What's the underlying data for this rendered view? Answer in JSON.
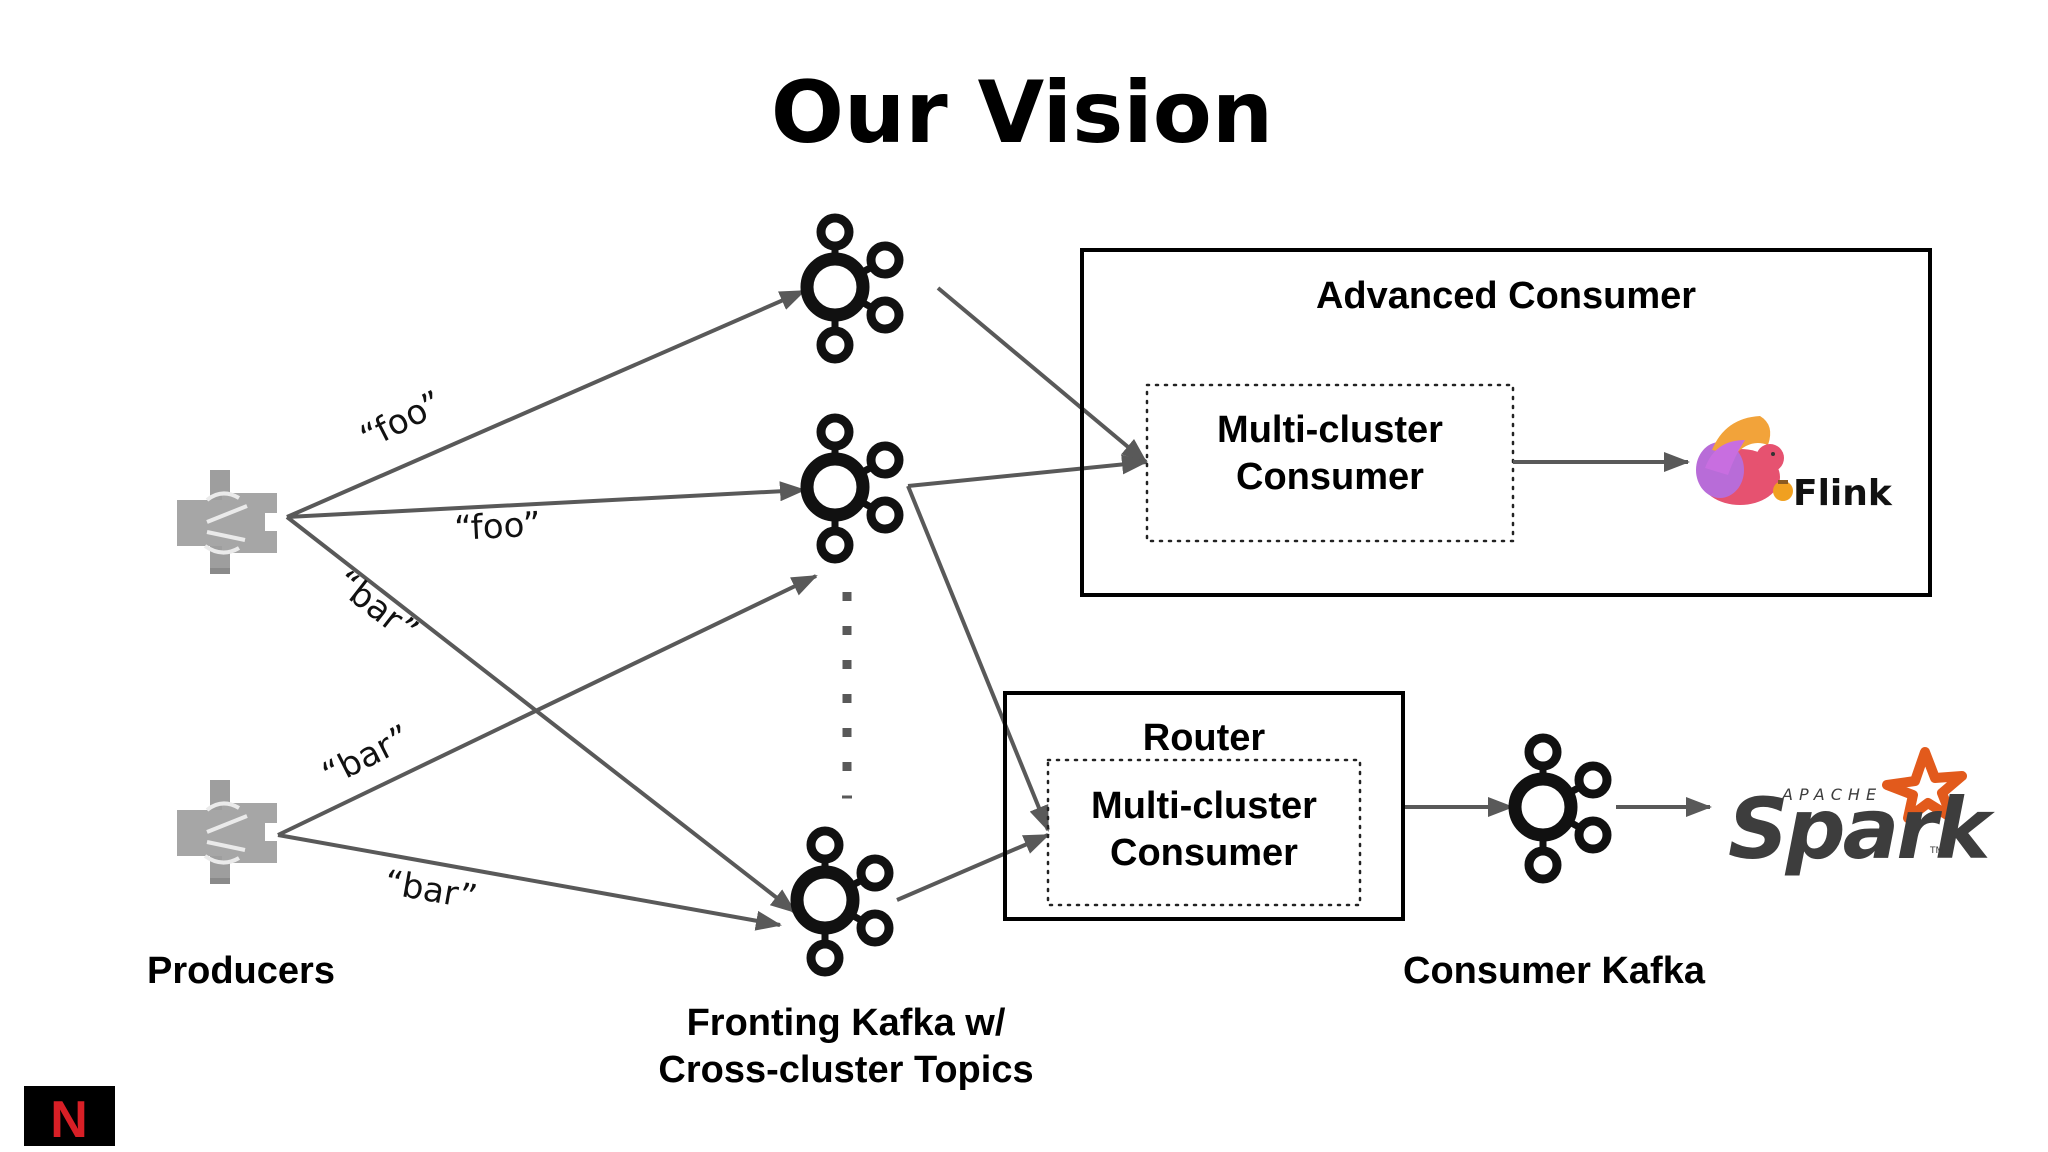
{
  "slide": {
    "title": "Our Vision"
  },
  "producers": {
    "label": "Producers",
    "items": [
      {
        "name": "producer-1",
        "icon": "producer-app-icon"
      },
      {
        "name": "producer-2",
        "icon": "producer-app-icon"
      }
    ]
  },
  "fronting_kafka": {
    "label_line1": "Fronting Kafka w/",
    "label_line2": "Cross-cluster Topics",
    "clusters": [
      {
        "name": "fronting-kafka-1",
        "icon": "kafka-icon"
      },
      {
        "name": "fronting-kafka-2",
        "icon": "kafka-icon"
      },
      {
        "name": "fronting-kafka-n",
        "icon": "kafka-icon"
      }
    ],
    "ellipsis": "vertical-dots"
  },
  "topic_edges": [
    {
      "from": "producer-1",
      "to": "fronting-kafka-1",
      "topic": "“foo”"
    },
    {
      "from": "producer-1",
      "to": "fronting-kafka-2",
      "topic": "“foo”"
    },
    {
      "from": "producer-1",
      "to": "fronting-kafka-n",
      "topic": "“bar”"
    },
    {
      "from": "producer-2",
      "to": "fronting-kafka-2",
      "topic": "“bar”"
    },
    {
      "from": "producer-2",
      "to": "fronting-kafka-n",
      "topic": "“bar”"
    }
  ],
  "advanced_consumer": {
    "title": "Advanced Consumer",
    "inner_line1": "Multi-cluster",
    "inner_line2": "Consumer",
    "sink_label": "Flink",
    "sink_icon": "flink-squirrel-icon"
  },
  "router": {
    "title": "Router",
    "inner_line1": "Multi-cluster",
    "inner_line2": "Consumer"
  },
  "consumer_kafka": {
    "label": "Consumer Kafka",
    "icon": "kafka-icon"
  },
  "spark": {
    "apache": "APACHE",
    "name": "Spark",
    "tm": "TM",
    "icon": "spark-star-icon"
  },
  "footer": {
    "logo": "N",
    "logo_icon": "netflix-logo"
  },
  "colors": {
    "arrow": "#595959",
    "spark_star": "#e25a1c",
    "netflix_red": "#d81f26",
    "flink_pink": "#e65270"
  }
}
